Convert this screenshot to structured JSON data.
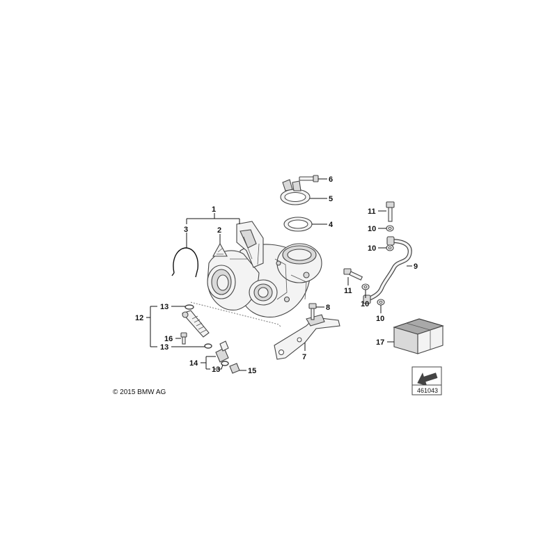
{
  "callouts": {
    "c1": "1",
    "c2": "2",
    "c3": "3",
    "c4": "4",
    "c5": "5",
    "c6": "6",
    "c7": "7",
    "c8": "8",
    "c9": "9",
    "c10a": "10",
    "c10b": "10",
    "c10c": "10",
    "c10d": "10",
    "c11a": "11",
    "c11b": "11",
    "c12": "12",
    "c13a": "13",
    "c13b": "13",
    "c13c": "13",
    "c14": "14",
    "c15": "15",
    "c16": "16",
    "c17": "17"
  },
  "copyright": "© 2015 BMW AG",
  "drawing_number": "461043"
}
